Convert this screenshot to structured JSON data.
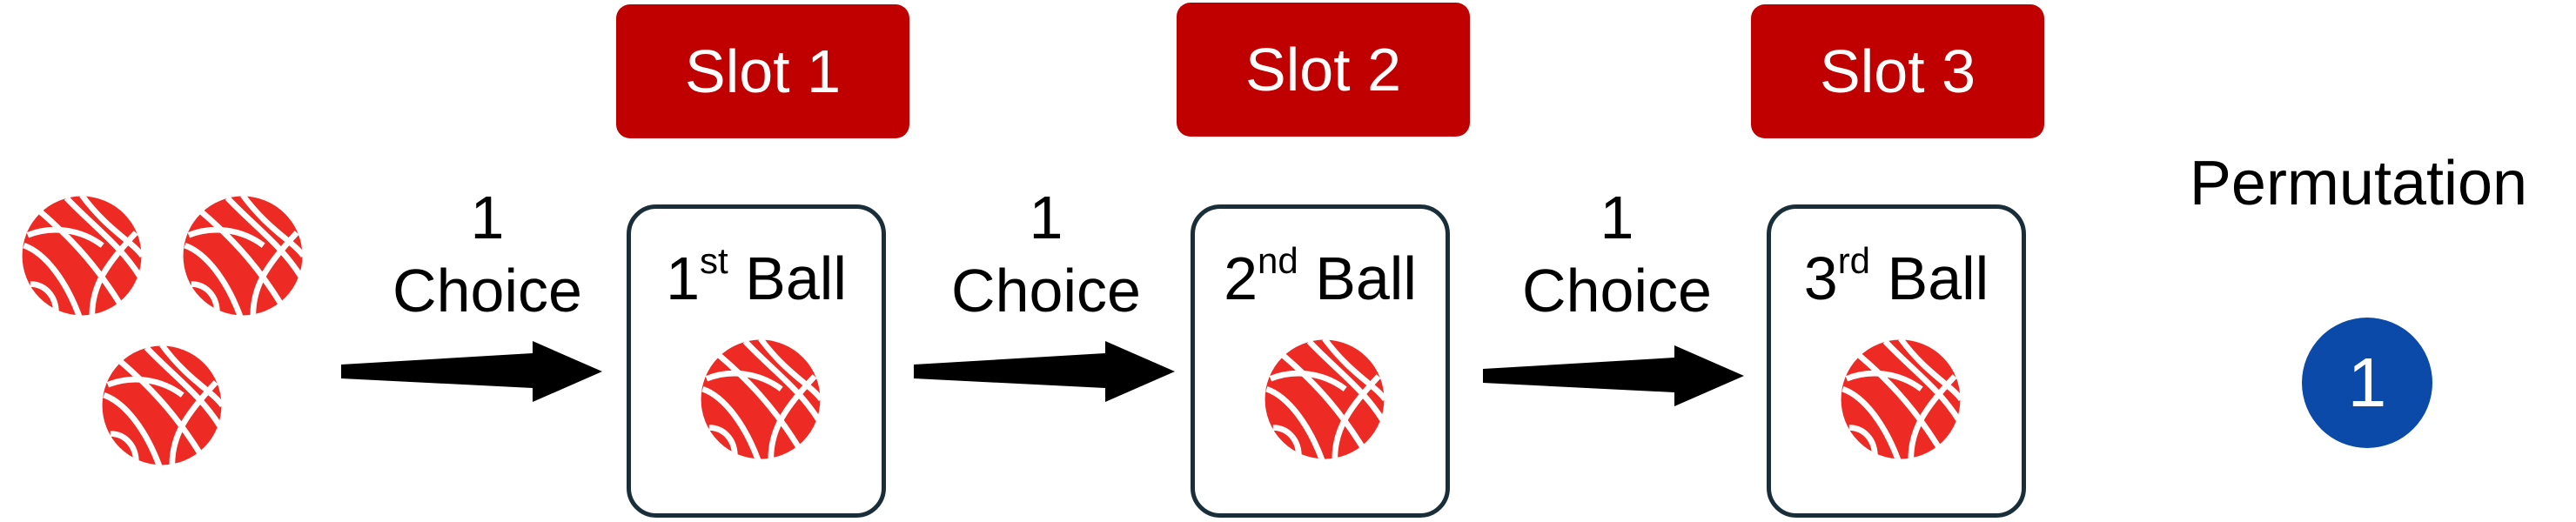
{
  "colors": {
    "slot_tag": "#c00000",
    "ball_red": "#ee2a24",
    "box_border": "#1a2e3a",
    "arrow": "#000000",
    "badge": "#0b4aa8"
  },
  "slots": [
    {
      "tag": "Slot 1",
      "ordinal": "1",
      "suffix": "st",
      "noun": "Ball"
    },
    {
      "tag": "Slot 2",
      "ordinal": "2",
      "suffix": "nd",
      "noun": "Ball"
    },
    {
      "tag": "Slot 3",
      "ordinal": "3",
      "suffix": "rd",
      "noun": "Ball"
    }
  ],
  "arrows": [
    {
      "count": "1",
      "word": "Choice"
    },
    {
      "count": "1",
      "word": "Choice"
    },
    {
      "count": "1",
      "word": "Choice"
    }
  ],
  "pool": {
    "ball_count": 3,
    "icon": "volleyball-icon"
  },
  "permutation": {
    "title": "Permutation",
    "count": "1"
  }
}
